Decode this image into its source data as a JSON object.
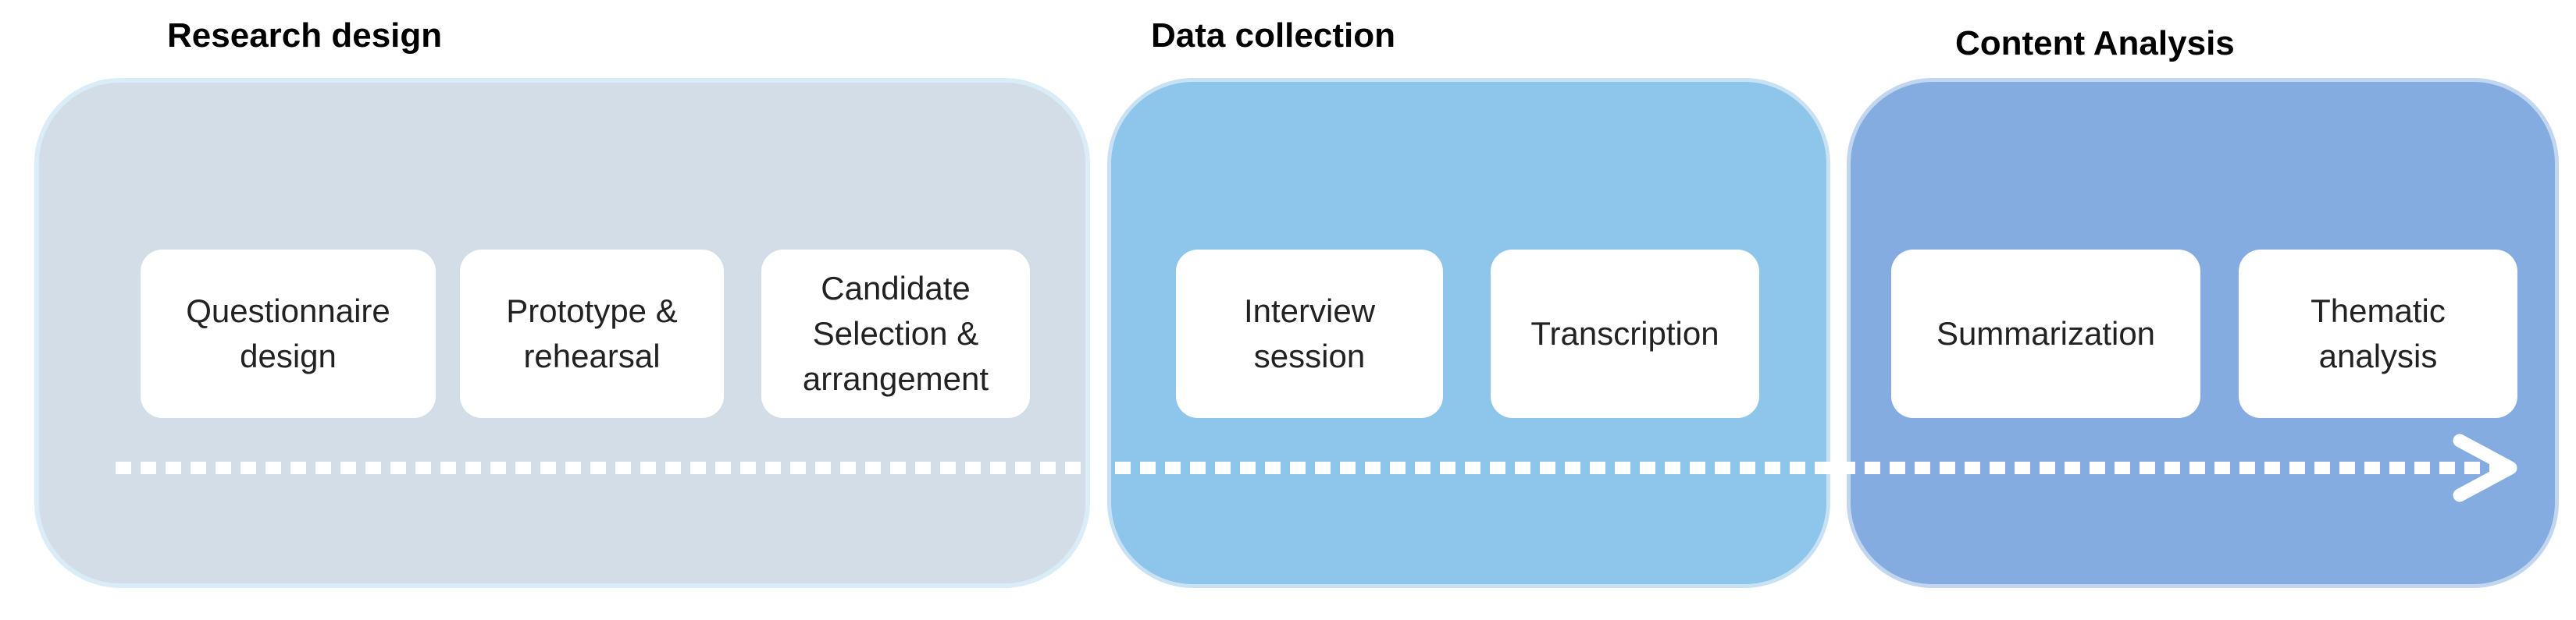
{
  "phases": [
    {
      "title": "Research design",
      "steps": [
        "Questionnaire\ndesign",
        "Prototype &\nrehearsal",
        "Candidate\nSelection &\narrangement"
      ]
    },
    {
      "title": "Data collection",
      "steps": [
        "Interview\nsession",
        "Transcription"
      ]
    },
    {
      "title": "Content Analysis",
      "steps": [
        "Summarization",
        "Thematic\nanalysis"
      ]
    }
  ],
  "colors": {
    "research_panel": "#d3dde7",
    "data_panel": "#8ec5ea",
    "content_panel": "#84ace0",
    "step_box": "#ffffff",
    "arrow": "#ffffff"
  }
}
